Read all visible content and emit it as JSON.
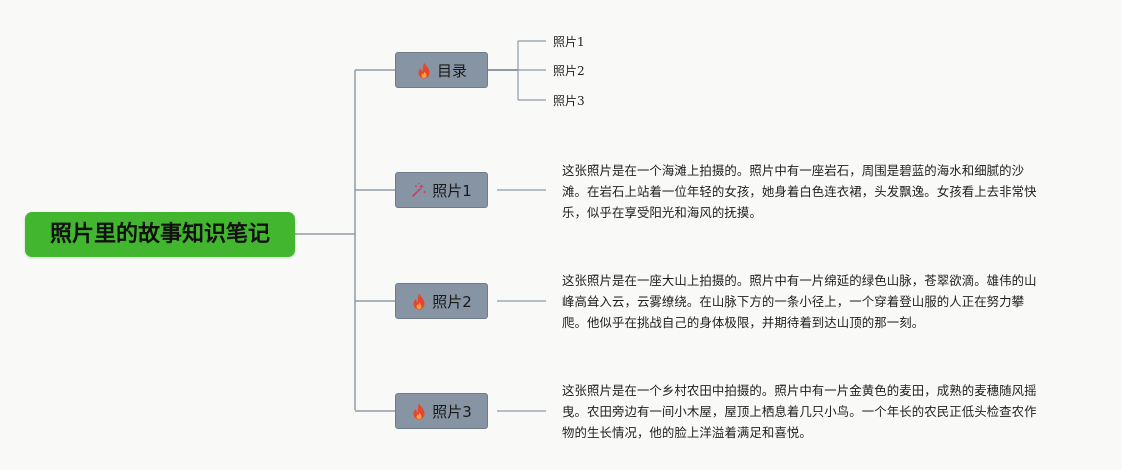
{
  "mindmap": {
    "root": {
      "title": "照片里的故事知识笔记"
    },
    "topics": [
      {
        "icon": "fire-icon",
        "label": "目录",
        "children": [
          "照片1",
          "照片2",
          "照片3"
        ]
      },
      {
        "icon": "sparkle-icon",
        "label": "照片1",
        "note": "这张照片是在一个海滩上拍摄的。照片中有一座岩石，周围是碧蓝的海水和细腻的沙滩。在岩石上站着一位年轻的女孩，她身着白色连衣裙，头发飘逸。女孩看上去非常快乐，似乎在享受阳光和海风的抚摸。"
      },
      {
        "icon": "fire-icon",
        "label": "照片2",
        "note": "这张照片是在一座大山上拍摄的。照片中有一片绵延的绿色山脉，苍翠欲滴。雄伟的山峰高耸入云，云雾缭绕。在山脉下方的一条小径上，一个穿着登山服的人正在努力攀爬。他似乎在挑战自己的身体极限，并期待着到达山顶的那一刻。"
      },
      {
        "icon": "fire-icon",
        "label": "照片3",
        "note": "这张照片是在一个乡村农田中拍摄的。照片中有一片金黄色的麦田，成熟的麦穗随风摇曳。农田旁边有一间小木屋，屋顶上栖息着几只小鸟。一个年长的农民正低头检查农作物的生长情况，他的脸上洋溢着满足和喜悦。"
      }
    ]
  },
  "colors": {
    "background": "#f9f9f8",
    "root_fill": "#43b630",
    "topic_fill": "#8794a3",
    "connector": "#8f9aa6",
    "fire_icon": "#e8452c",
    "sparkle_icon": "#d63b5c"
  }
}
